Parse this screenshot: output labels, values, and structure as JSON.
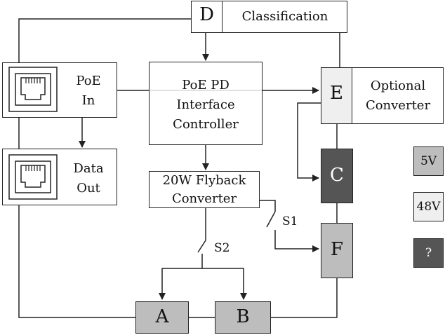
{
  "classification": {
    "letter": "D",
    "label": "Classification"
  },
  "poe_in": {
    "line1": "PoE",
    "line2": "In",
    "icon": "ethernet-port-icon"
  },
  "data_out": {
    "line1": "Data",
    "line2": "Out",
    "icon": "ethernet-port-icon"
  },
  "pd_controller": {
    "line1": "PoE PD",
    "line2": "Interface",
    "line3": "Controller"
  },
  "flyback": {
    "line1": "20W Flyback",
    "line2": "Converter"
  },
  "optional_converter": {
    "letter": "E",
    "line1": "Optional",
    "line2": "Converter"
  },
  "block_c": {
    "letter": "C"
  },
  "block_f": {
    "letter": "F"
  },
  "block_a": {
    "letter": "A"
  },
  "block_b": {
    "letter": "B"
  },
  "switch_s1": {
    "label": "S1"
  },
  "switch_s2": {
    "label": "S2"
  },
  "legend": [
    {
      "label": "5V",
      "color": "#bdbdbd"
    },
    {
      "label": "48V",
      "color": "#efefef"
    },
    {
      "label": "?",
      "color": "#555555"
    }
  ],
  "colors": {
    "light_gray": "#efefef",
    "mid_gray": "#bdbdbd",
    "dark_gray": "#555555"
  }
}
